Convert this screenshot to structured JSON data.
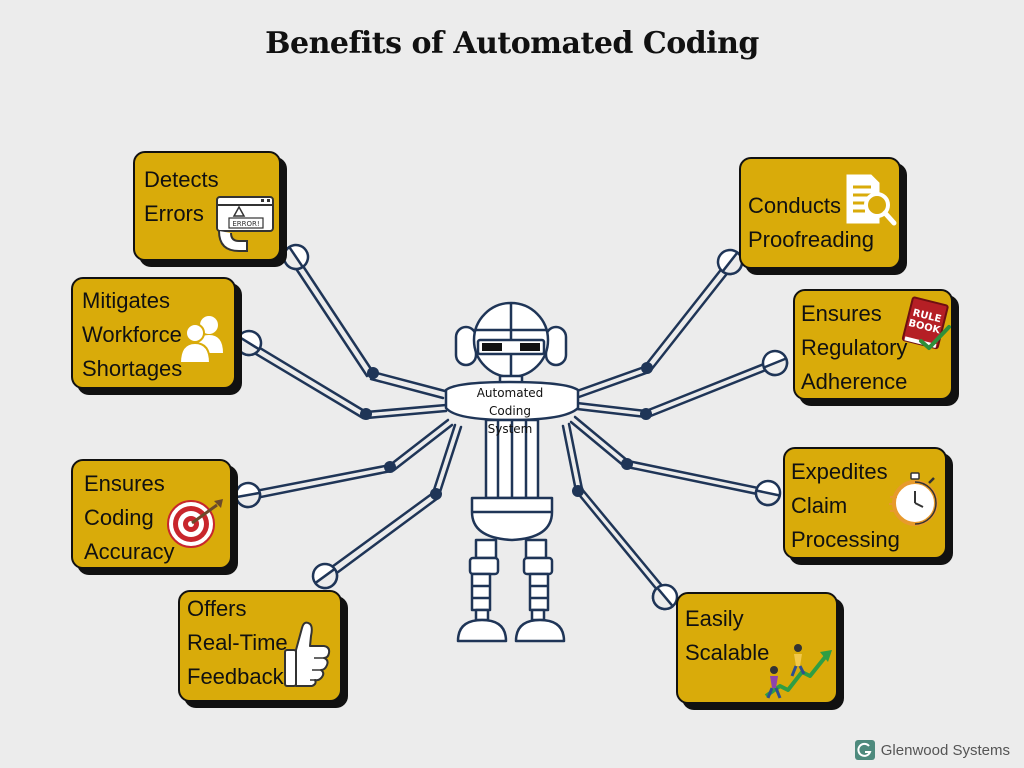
{
  "title": "Benefits of Automated Coding",
  "center": {
    "lines": [
      "Automated",
      "Coding",
      "System"
    ]
  },
  "left_cards": [
    {
      "lines": [
        "Detects",
        "Errors"
      ],
      "icon": "error-window-icon",
      "icon_text": "ERROR!"
    },
    {
      "lines": [
        "Mitigates",
        "Workforce",
        "Shortages"
      ],
      "icon": "people-icon"
    },
    {
      "lines": [
        "Ensures",
        "Coding",
        "Accuracy"
      ],
      "icon": "target-icon"
    },
    {
      "lines": [
        "Offers",
        "Real-Time",
        "Feedback"
      ],
      "icon": "thumbs-up-icon"
    }
  ],
  "right_cards": [
    {
      "lines": [
        "Conducts",
        "Proofreading"
      ],
      "icon": "document-search-icon"
    },
    {
      "lines": [
        "Ensures",
        "Regulatory",
        "Adherence"
      ],
      "icon": "rule-book-icon",
      "icon_text": [
        "RULE",
        "BOOK"
      ]
    },
    {
      "lines": [
        "Expedites",
        "Claim",
        "Processing"
      ],
      "icon": "stopwatch-icon"
    },
    {
      "lines": [
        "Easily",
        "Scalable"
      ],
      "icon": "growth-chart-icon"
    }
  ],
  "brand": "Glenwood Systems",
  "colors": {
    "card": "#d9ab0a",
    "outline": "#1f3557",
    "background": "#ececec"
  }
}
